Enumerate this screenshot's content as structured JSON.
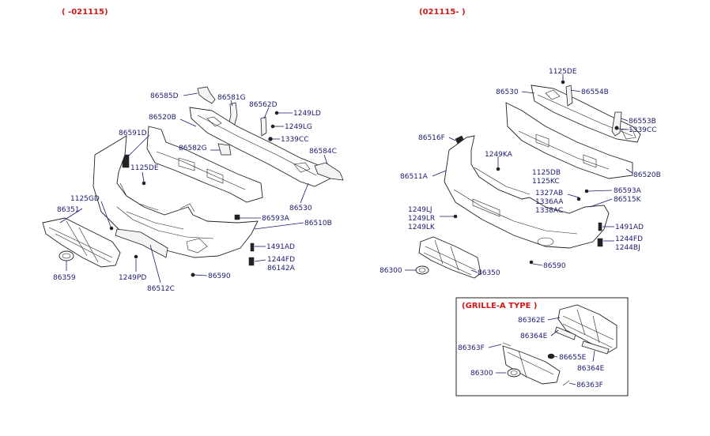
{
  "headers": {
    "left": "( -021115)",
    "right": "(021115- )",
    "grille_box": "(GRILLE-A TYPE )"
  },
  "left_labels": [
    "86585D",
    "86581G",
    "86562D",
    "1249LD",
    "86520B",
    "1249LG",
    "1339CC",
    "86591D",
    "86582G",
    "86584C",
    "1125DE",
    "86530",
    "1125GD",
    "86351",
    "86593A",
    "86510B",
    "1491AD",
    "1244FD",
    "86142A",
    "1249PD",
    "86359",
    "86590",
    "86512C"
  ],
  "right_labels": [
    "1125DE",
    "86530",
    "86554B",
    "86553B",
    "1339CC",
    "86516F",
    "1249KA",
    "86520B",
    "86511A",
    "1125DB",
    "1125KC",
    "86593A",
    "1327AB",
    "1336AA",
    "1338AC",
    "86515K",
    "1249LJ",
    "1249LR",
    "1249LK",
    "1491AD",
    "1244FD",
    "1244BJ",
    "86300",
    "86350",
    "86590"
  ],
  "grille_labels": [
    "86362E",
    "86364E",
    "86363F",
    "86655E",
    "86364E",
    "86300",
    "86363F"
  ],
  "colors": {
    "header_red": "#d01818",
    "label_navy": "#1a1a6e",
    "line": "#222222"
  }
}
